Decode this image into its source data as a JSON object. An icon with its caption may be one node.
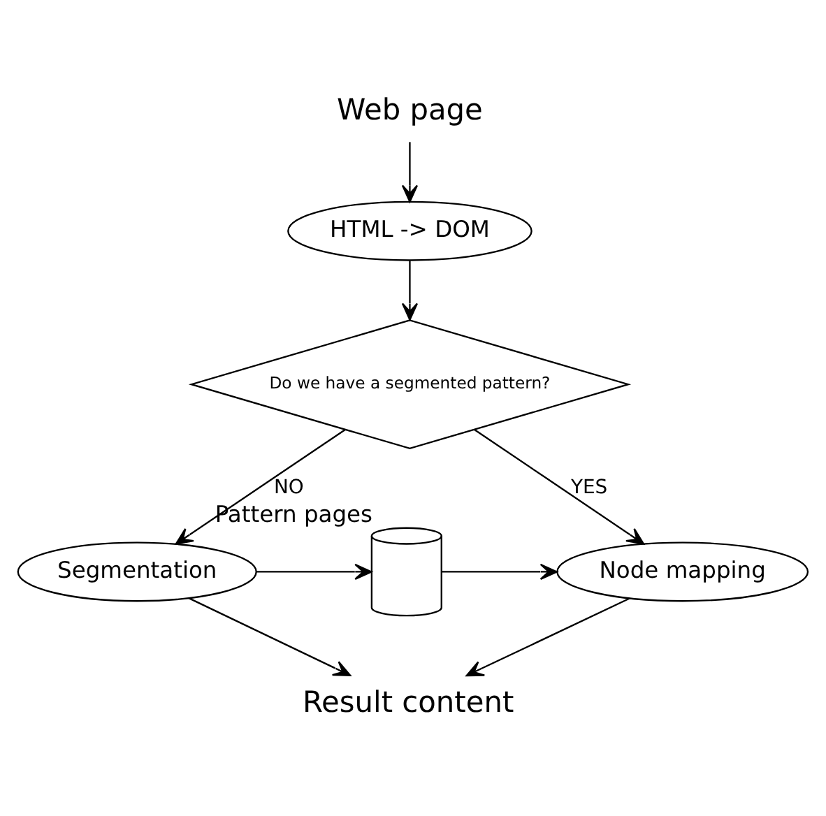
{
  "diagram": {
    "nodes": [
      {
        "text": [
          "Web page"
        ]
      },
      {
        "text": [
          "HTML -> DOM"
        ]
      },
      {
        "text": [
          "Do we have a segmented pattern?"
        ]
      },
      {
        "text": [
          "Node mapping"
        ]
      },
      {
        "text": [],
        "shape": "cylinder",
        "beside": [
          "Pattern pages"
        ]
      },
      {
        "text": [
          "Segmentation"
        ]
      },
      {
        "text": [
          "Result content"
        ]
      }
    ],
    "edges": [
      {
        "from": 0,
        "to": 1,
        "arrow": "to"
      },
      {
        "from": 1,
        "to": 2,
        "arrow": "to"
      },
      {
        "from": 2,
        "to": 3,
        "arrow": "to",
        "label": "YES"
      },
      {
        "from": 2,
        "to": 5,
        "arrow": "to",
        "label": "NO"
      },
      {
        "from": 5,
        "to": 4,
        "arrow": "to"
      },
      {
        "from": 4,
        "to": 3,
        "arrow": "to"
      },
      {
        "from": 3,
        "to": 6,
        "arrow": "to"
      },
      {
        "from": 5,
        "to": 6,
        "arrow": "to"
      }
    ]
  }
}
